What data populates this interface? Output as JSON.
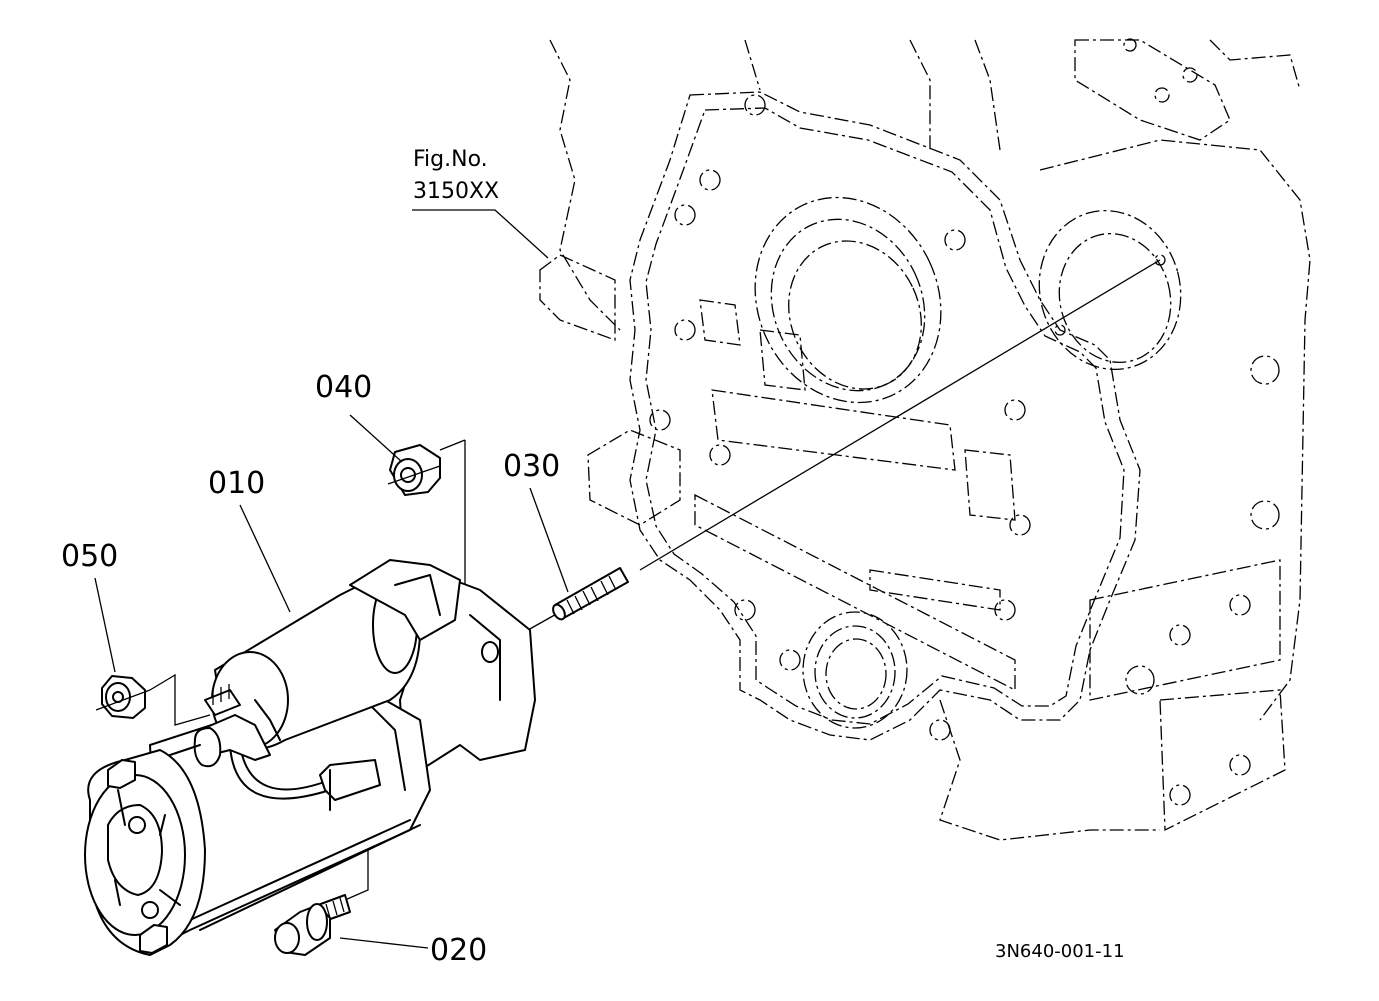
{
  "figure_ref": {
    "line1": "Fig.No.",
    "line2": "3150XX"
  },
  "parts": [
    {
      "id": "callout-010",
      "label": "010"
    },
    {
      "id": "callout-020",
      "label": "020"
    },
    {
      "id": "callout-030",
      "label": "030"
    },
    {
      "id": "callout-040",
      "label": "040"
    },
    {
      "id": "callout-050",
      "label": "050"
    }
  ],
  "drawing_code": "3N640-001-11",
  "colors": {
    "line": "#000000",
    "background": "#ffffff"
  }
}
